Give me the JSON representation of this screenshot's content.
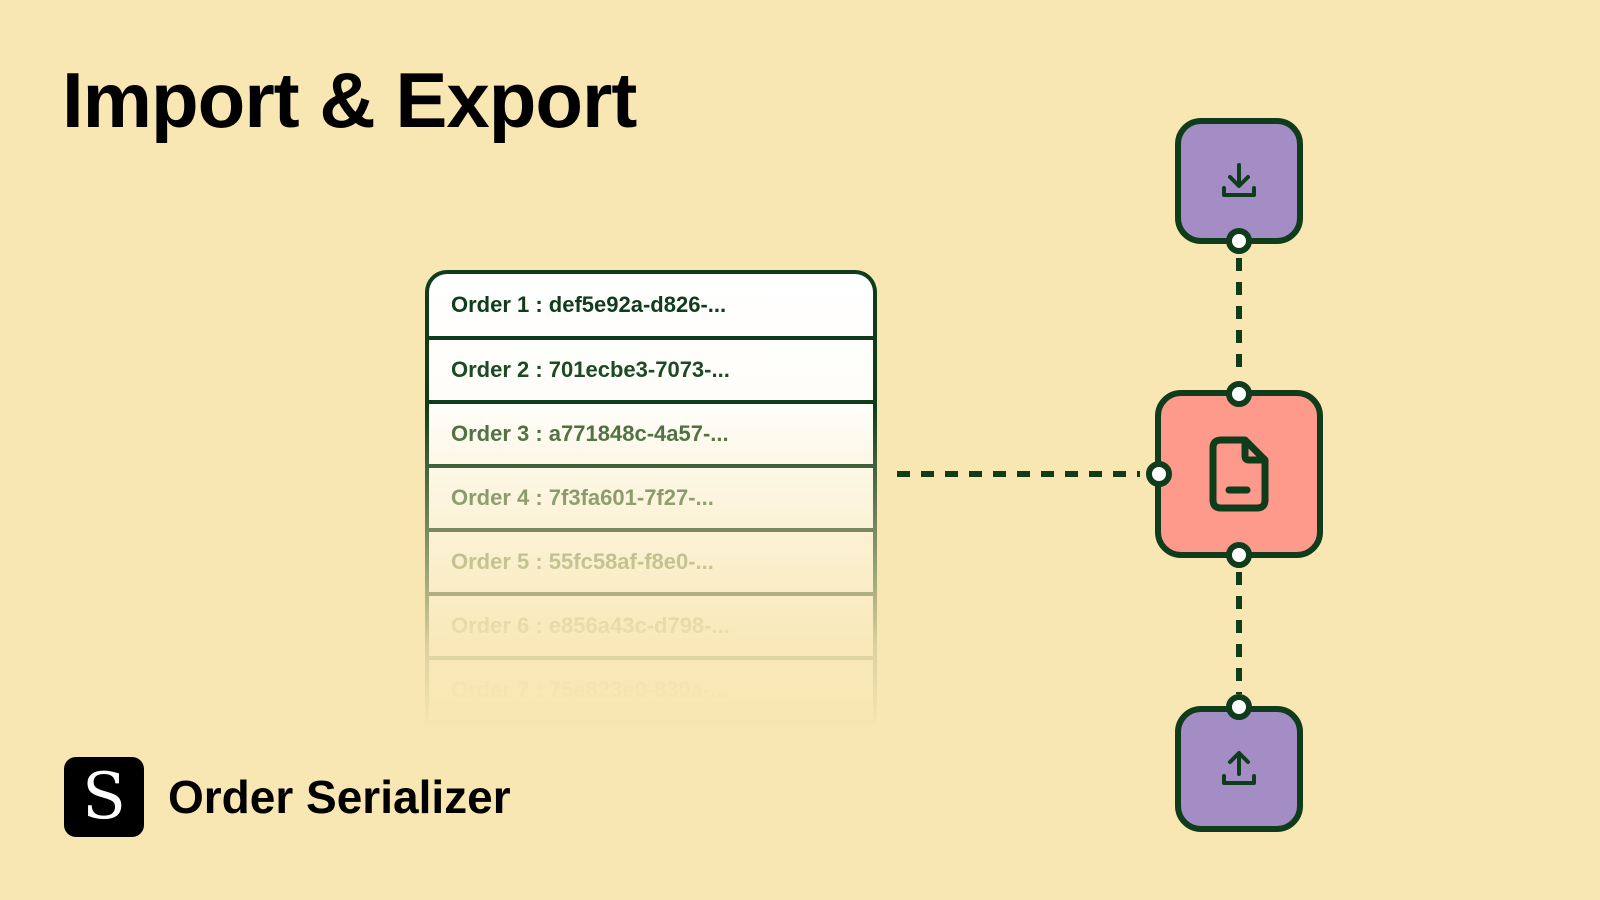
{
  "title": "Import & Export",
  "brand": {
    "logo_letter": "S",
    "name": "Order Serializer"
  },
  "orders": [
    "Order 1 : def5e92a-d826-...",
    "Order 2 : 701ecbe3-7073-...",
    "Order 3 : a771848c-4a57-...",
    "Order 4 : 7f3fa601-7f27-...",
    "Order 5 : 55fc58af-f8e0-...",
    "Order 6 : e856a43c-d798-...",
    "Order 7 : 75e823e0-830a-..."
  ],
  "nodes": {
    "import": {
      "icon": "download-icon",
      "color": "#a38dc4"
    },
    "file": {
      "icon": "file-icon",
      "color": "#fd9a8c"
    },
    "export": {
      "icon": "upload-icon",
      "color": "#a38dc4"
    }
  },
  "colors": {
    "background": "#f8e7b2",
    "stroke": "#0f3d1c"
  }
}
